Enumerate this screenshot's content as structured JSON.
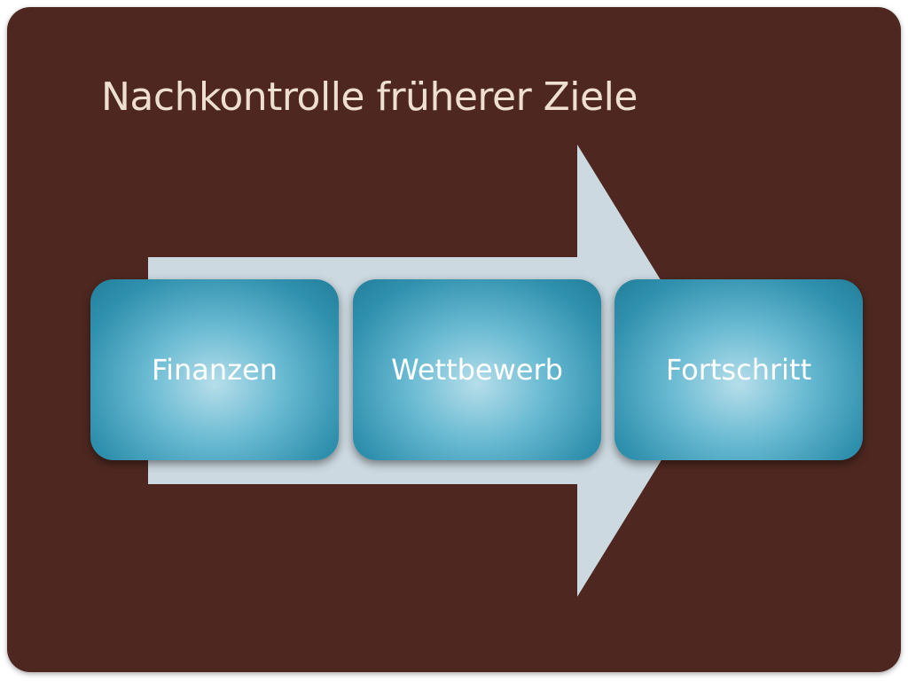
{
  "title": "Nachkontrolle früherer Ziele",
  "colors": {
    "background": "#4e2820",
    "title": "#eedfd0",
    "arrow": "#ccd9e0",
    "box": "#2f90ad"
  },
  "steps": [
    {
      "label": "Finanzen"
    },
    {
      "label": "Wettbewerb"
    },
    {
      "label": "Fortschritt"
    }
  ]
}
